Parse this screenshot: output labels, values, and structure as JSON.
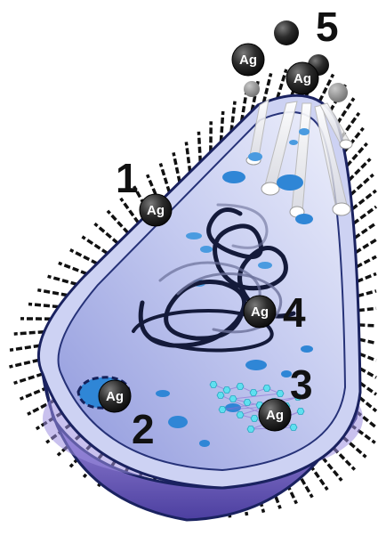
{
  "colors": {
    "background": "#ffffff",
    "membrane": "#1a2260",
    "cytoplasm": "#aeb6e8",
    "vesicle": "#2f86d6",
    "particle": "#1c1c1c",
    "cyan_nanoparticles": "#5fe0f0"
  },
  "labels": {
    "one": "1",
    "two": "2",
    "three": "3",
    "four": "4",
    "five": "5"
  },
  "silver": {
    "symbol": "Ag"
  },
  "icons": {
    "silver_ion": "silver-ion-icon",
    "cilia": "cilia-icon",
    "dna": "dna-coil-icon",
    "vesicle": "vesicle-icon",
    "pores": "membrane-pore-icon"
  }
}
